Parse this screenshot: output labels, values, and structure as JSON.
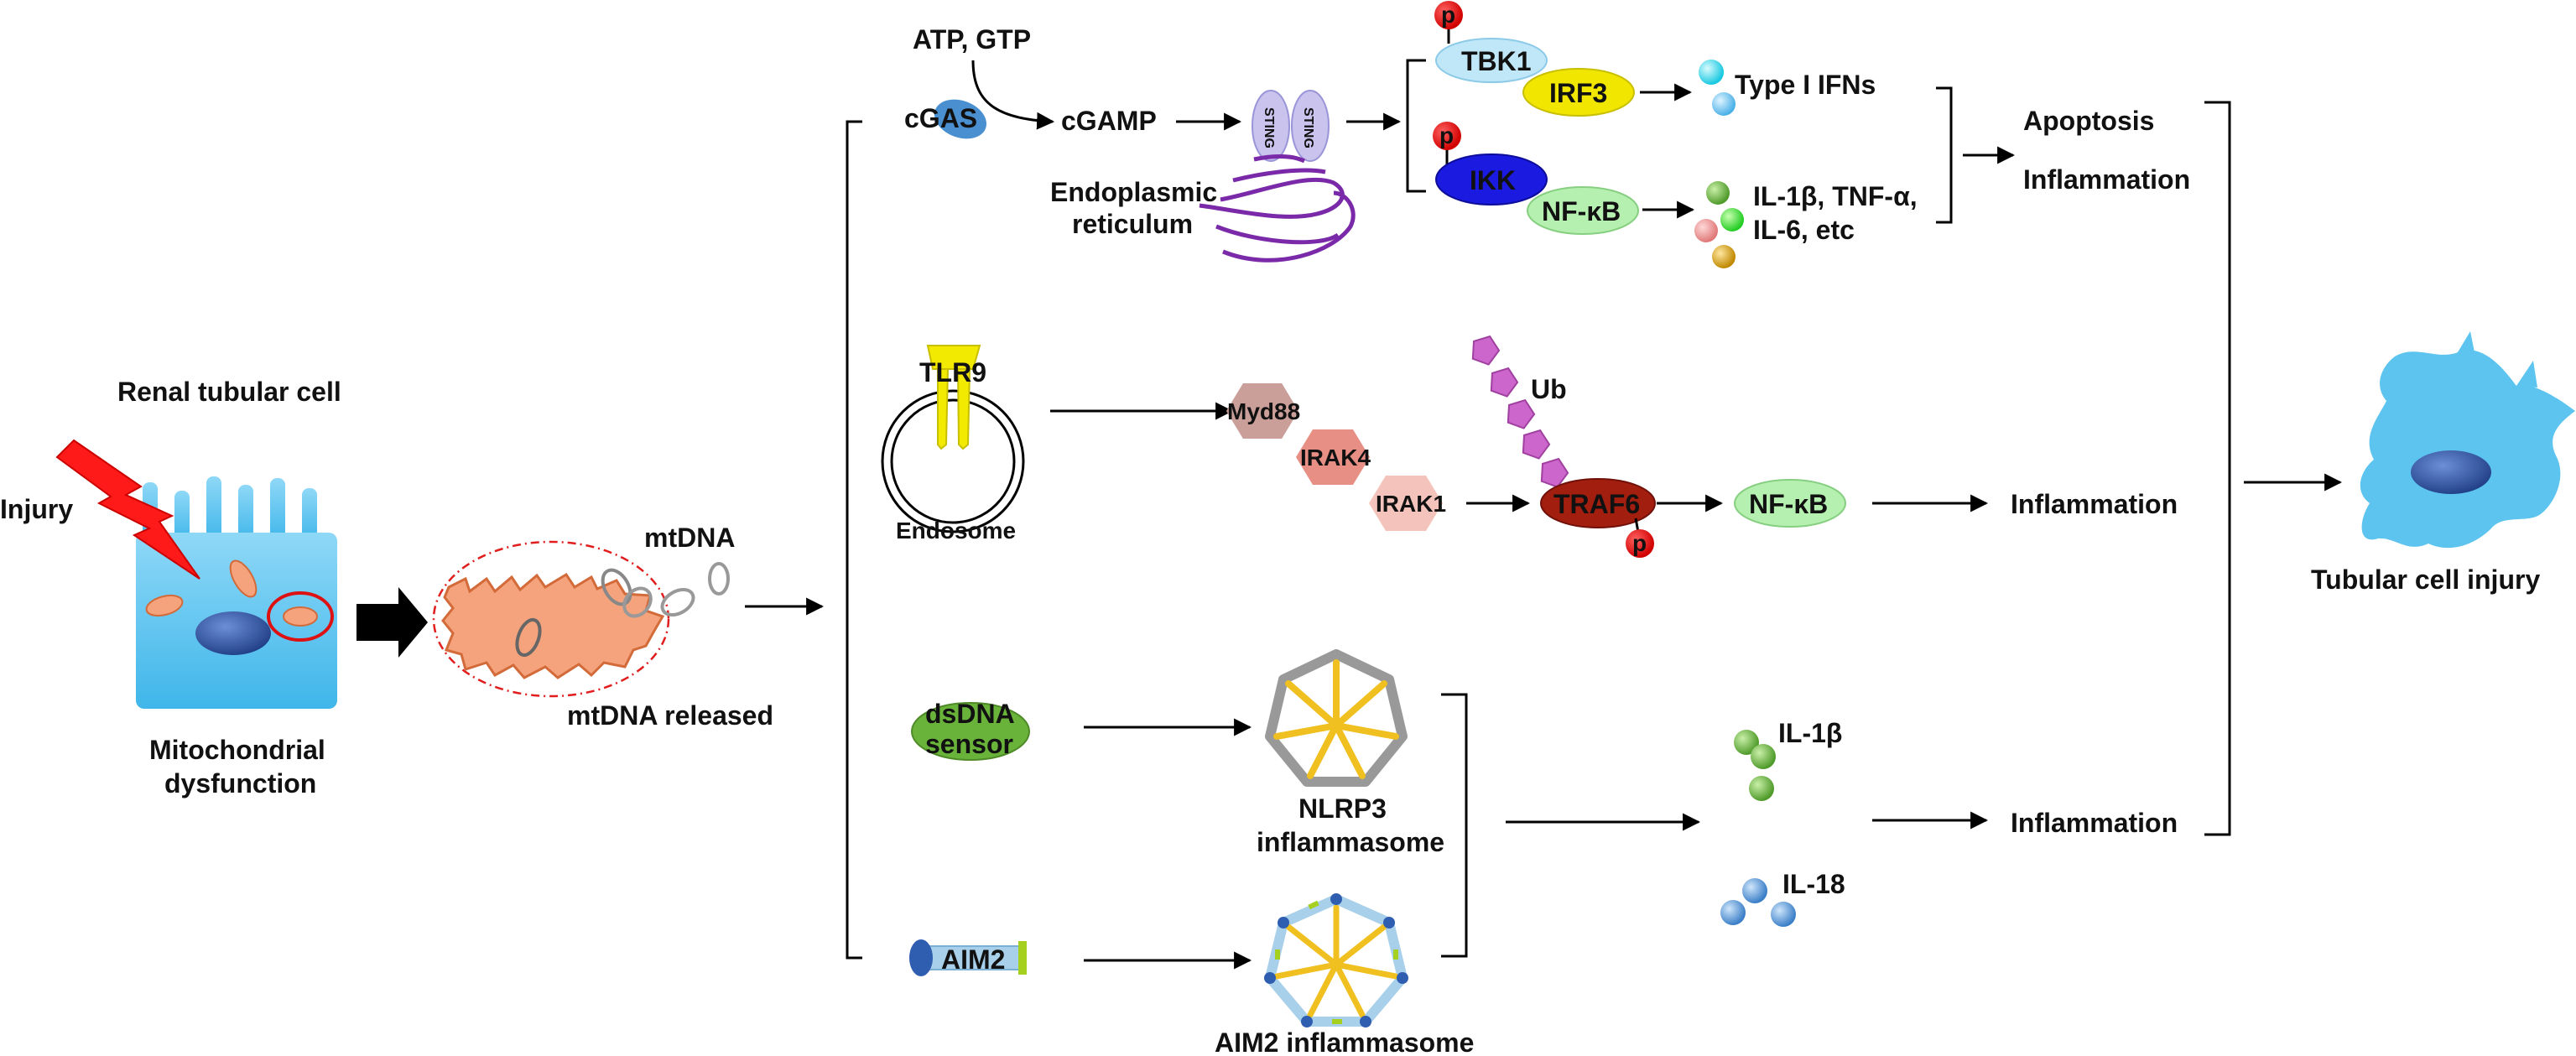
{
  "colors": {
    "cell_blue": "#5cc4ef",
    "nucleus": "#2e4e9a",
    "mito_orange": "#f5a37c",
    "injury_red": "#ff1a1a",
    "p_red": "#e60000",
    "tbk1": "#bfe7f7",
    "irf3": "#f0e600",
    "ikk": "#1a1ae0",
    "nfkb": "#b6f0b0",
    "sting": "#c9c3ee",
    "er_purple": "#7a2aa8",
    "tlr9": "#f2ea00",
    "myd88": "#9a5450",
    "irak4": "#e88f85",
    "irak1": "#f4c4bc",
    "traf6": "#a21e0e",
    "ub": "#cc66cc",
    "nlrp3_frame": "#999999",
    "spoke_yellow": "#f0c020",
    "aim2_frame": "#a8d0ea",
    "aim2_blue": "#2f5db0",
    "aim2_green": "#a6d020",
    "dsdna_green": "#6ab33a",
    "il1b_green": "#6ab33a",
    "il18_blue": "#4a8fd6"
  },
  "left": {
    "cell_title": "Renal tubular cell",
    "injury": "Injury",
    "mito_dysfunction_line1": "Mitochondrial",
    "mito_dysfunction_line2": "dysfunction",
    "mtdna": "mtDNA",
    "mtdna_released": "mtDNA released"
  },
  "cgas_pathway": {
    "atp_gtp": "ATP, GTP",
    "cgas": "cGAS",
    "cgamp": "cGAMP",
    "sting_left": "STING",
    "sting_right": "STING",
    "er_line1": "Endoplasmic",
    "er_line2": "reticulum",
    "p": "p",
    "tbk1": "TBK1",
    "irf3": "IRF3",
    "type1_ifns": "Type I IFNs",
    "ikk": "IKK",
    "nfkb": "NF-κB",
    "cytokines_line1": "IL-1β, TNF-α,",
    "cytokines_line2": "IL-6, etc",
    "apoptosis": "Apoptosis",
    "inflammation": "Inflammation"
  },
  "tlr9_pathway": {
    "tlr9": "TLR9",
    "endosome": "Endosome",
    "myd88": "Myd88",
    "irak4": "IRAK4",
    "irak1": "IRAK1",
    "ub": "Ub",
    "traf6": "TRAF6",
    "p": "p",
    "nfkb": "NF-κB",
    "inflammation": "Inflammation"
  },
  "inflammasome_pathway": {
    "dsdna_line1": "dsDNA",
    "dsdna_line2": "sensor",
    "nlrp3_line1": "NLRP3",
    "nlrp3_line2": "inflammasome",
    "aim2": "AIM2",
    "aim2_inflammasome": "AIM2 inflammasome",
    "il1b": "IL-1β",
    "il18": "IL-18",
    "inflammation": "Inflammation"
  },
  "outcome": {
    "tubular_injury": "Tubular cell injury"
  }
}
